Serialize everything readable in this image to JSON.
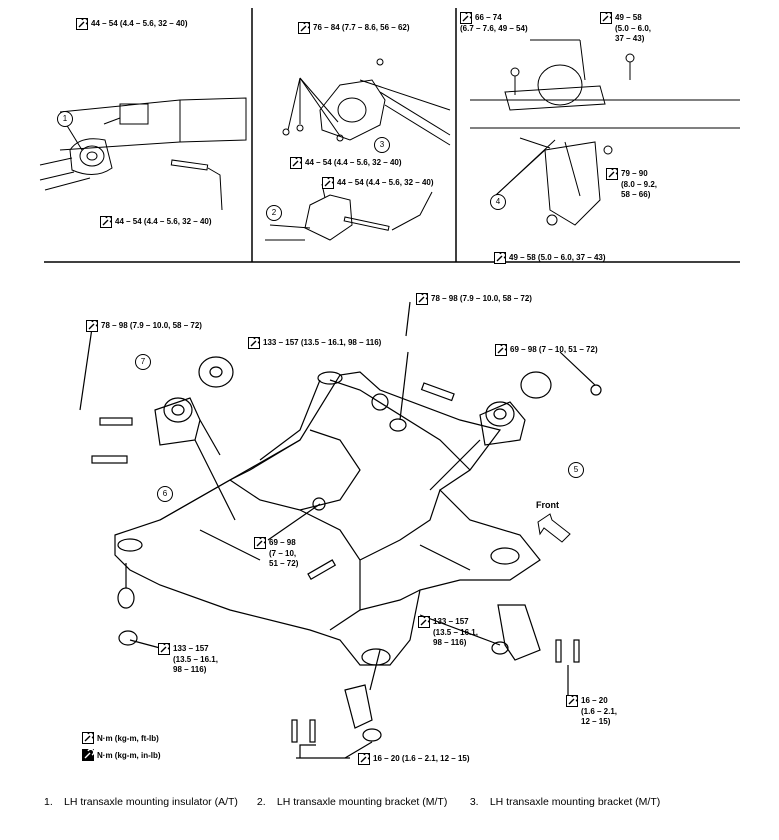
{
  "panels": {
    "p1": {
      "torque_top": "44 – 54 (4.4 – 5.6, 32 – 40)",
      "torque_bottom": "44 – 54 (4.4 – 5.6, 32 – 40)",
      "callout": "1"
    },
    "p2": {
      "torque_top": "76 – 84 (7.7 – 8.6, 56 – 62)",
      "torque_mid1": "44 – 54 (4.4 – 5.6, 32 – 40)",
      "torque_mid2": "44 – 54 (4.4 – 5.6, 32 – 40)",
      "callout_a": "3",
      "callout_b": "2"
    },
    "p3": {
      "torque_left_l1": "66 – 74",
      "torque_left_l2": "(6.7 – 7.6, 49 – 54)",
      "torque_right_l1": "49 – 58",
      "torque_right_l2": "(5.0 – 6.0,",
      "torque_right_l3": "37 – 43)",
      "torque_mid_l1": "79 – 90",
      "torque_mid_l2": "(8.0 – 9.2,",
      "torque_mid_l3": "58 – 66)",
      "torque_bottom": "49 – 58 (5.0 – 6.0, 37 – 43)",
      "callout": "4"
    }
  },
  "main": {
    "t_top_center": "78 – 98 (7.9 – 10.0, 58 – 72)",
    "t_top_left": "78 – 98 (7.9 – 10.0, 58 – 72)",
    "t_upper_mid": "133 – 157 (13.5 – 16.1, 98 – 116)",
    "t_right": "69 – 98 (7 – 10, 51 – 72)",
    "t_center_l1": "69 – 98",
    "t_center_l2": "(7 – 10,",
    "t_center_l3": "51 – 72)",
    "t_left_l1": "133 – 157",
    "t_left_l2": "(13.5 – 16.1,",
    "t_left_l3": "98 – 116)",
    "t_lowmid_l1": "133 – 157",
    "t_lowmid_l2": "(13.5 – 16.1,",
    "t_lowmid_l3": "98 – 116)",
    "t_lowright_l1": "16 – 20",
    "t_lowright_l2": "(1.6 – 2.1,",
    "t_lowright_l3": "12 – 15)",
    "t_bottom": "16 – 20 (1.6 – 2.1, 12 – 15)",
    "front_label": "Front",
    "callout_5": "5",
    "callout_6": "6",
    "callout_7": "7"
  },
  "legend": {
    "unit1": "N·m (kg-m, ft-lb)",
    "unit2": "N·m (kg-m, in-lb)"
  },
  "footer": {
    "items": [
      {
        "num": "1.",
        "text": "LH transaxle mounting insulator (A/T)"
      },
      {
        "num": "2.",
        "text": "LH transaxle mounting bracket (M/T)"
      },
      {
        "num": "3.",
        "text": "LH transaxle mounting bracket (M/T)"
      }
    ]
  }
}
